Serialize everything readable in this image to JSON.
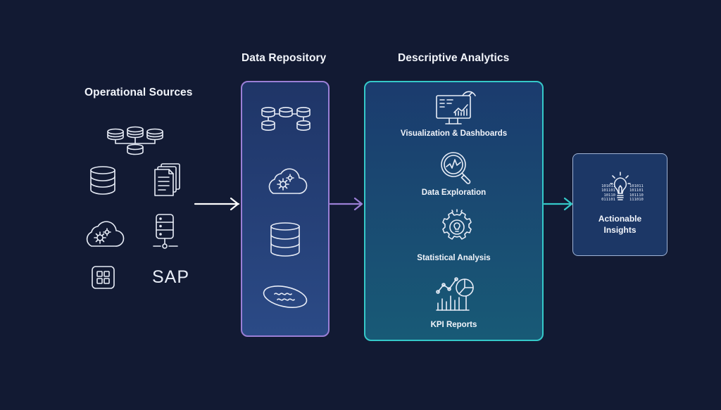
{
  "sources": {
    "title": "Operational Sources",
    "icons": [
      "database-network-icon",
      "database-icon",
      "documents-icon",
      "cloud-gear-icon",
      "server-icon",
      "grid-app-icon"
    ],
    "sap_label": "SAP"
  },
  "repository": {
    "title": "Data Repository",
    "icons": [
      "database-network-icon",
      "cloud-gear-icon",
      "database-icon",
      "data-lake-icon"
    ]
  },
  "analytics": {
    "title": "Descriptive Analytics",
    "items": [
      {
        "label": "Visualization & Dashboards",
        "icon": "dashboard-monitor-icon"
      },
      {
        "label": "Data Exploration",
        "icon": "magnifier-chart-icon"
      },
      {
        "label": "Statistical Analysis",
        "icon": "gear-bulb-icon"
      },
      {
        "label": "KPI Reports",
        "icon": "kpi-chart-icon"
      }
    ]
  },
  "insights": {
    "label_line1": "Actionable",
    "label_line2": "Insights",
    "binary_left": [
      "101011",
      "101101",
      "10110",
      "011101"
    ],
    "binary_right": [
      "101011",
      "101101",
      "101110",
      "111010"
    ],
    "icon": "lightbulb-icon"
  },
  "colors": {
    "background": "#121a33",
    "repository_border": "#9b7fd6",
    "analytics_border": "#35c9c9",
    "insights_border": "#9fb3d6",
    "arrow_white": "#ffffff",
    "arrow_purple": "#9b7fd6",
    "arrow_teal": "#35c9c9"
  }
}
